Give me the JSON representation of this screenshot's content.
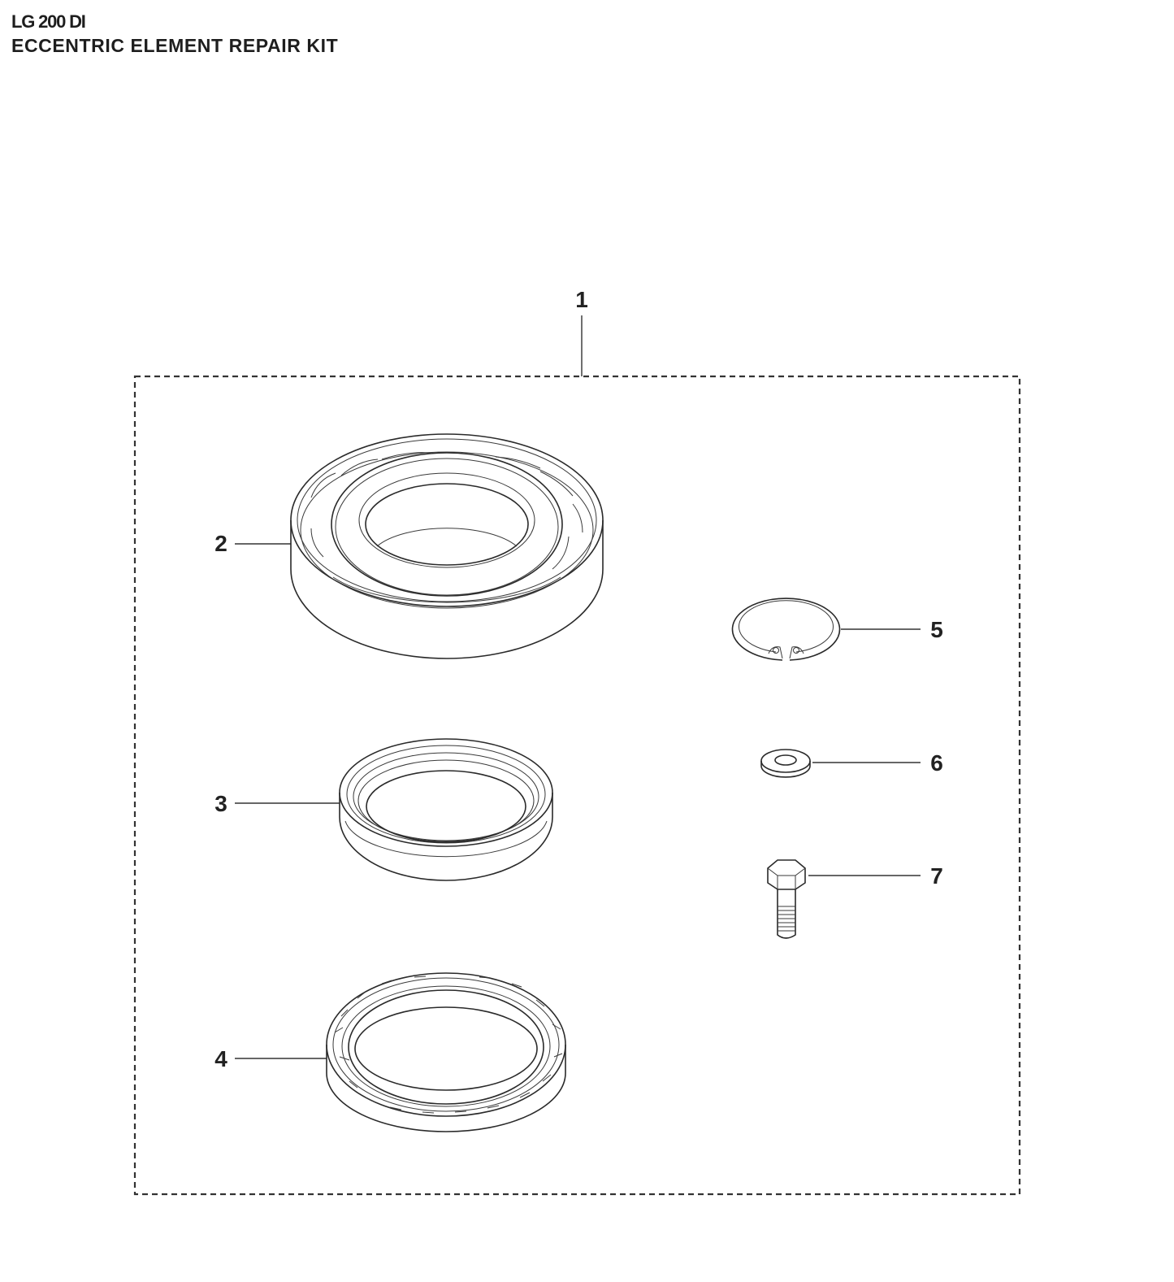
{
  "header": {
    "model": "LG 200 DI",
    "title": "ECCENTRIC ELEMENT REPAIR KIT"
  },
  "diagram": {
    "kit_callout": "1",
    "parts": [
      {
        "callout": "2",
        "icon": "cylindrical-roller-bearing-icon"
      },
      {
        "callout": "3",
        "icon": "shaft-seal-ring-icon"
      },
      {
        "callout": "4",
        "icon": "thin-section-bearing-icon"
      },
      {
        "callout": "5",
        "icon": "circlip-retaining-ring-icon"
      },
      {
        "callout": "6",
        "icon": "flat-washer-icon"
      },
      {
        "callout": "7",
        "icon": "hex-bolt-icon"
      }
    ]
  }
}
